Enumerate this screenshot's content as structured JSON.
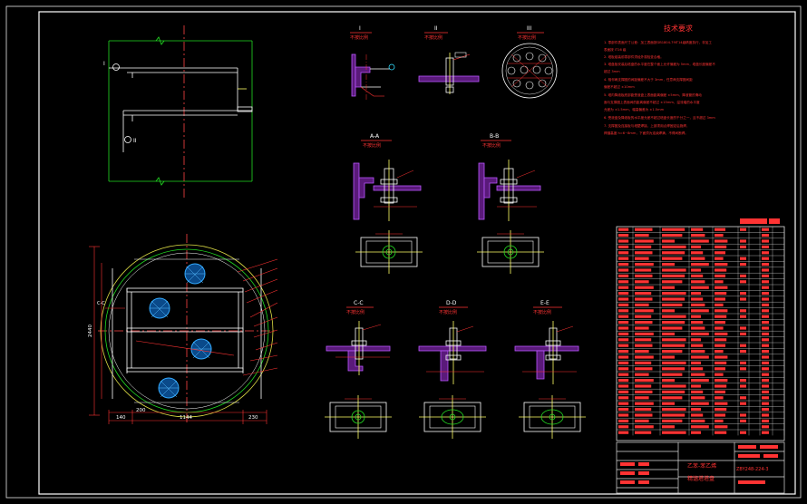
{
  "views": {
    "detail_i": {
      "label": "I",
      "scale": "不按比例"
    },
    "detail_ii": {
      "label": "II",
      "scale": "不按比例"
    },
    "detail_iii": {
      "label": "III",
      "scale": "不按比例"
    },
    "section_aa": {
      "label": "A-A",
      "scale": "不按比例"
    },
    "section_bb": {
      "label": "B-B",
      "scale": "不按比例"
    },
    "section_cc": {
      "label": "C-C",
      "scale": "不按比例"
    },
    "section_dd": {
      "label": "D-D",
      "scale": "不按比例"
    },
    "section_ee": {
      "label": "E-E",
      "scale": "不按比例"
    }
  },
  "elevation": {
    "mark_i": "I",
    "mark_ii": "II"
  },
  "plan": {
    "dim_width": "1144",
    "dim_left": "140",
    "dim_left2": "200",
    "dim_right": "230",
    "dim_height": "2440",
    "dim_c": "C-C"
  },
  "tech": {
    "title": "技术要求",
    "items": [
      "1. 零部件表面尺寸公差：加工表面按GB1804-79IT14级精度执行，非加工",
      "   表面按 IT16 级",
      "2. 塔板组装前零部件须经外观检查合格。",
      "3. 塔盘板安装后塔盘的水平度在整个面上允许偏差为 5mm，塔盘长度偏差不",
      "   超过 3mm",
      "4. 相邻两支撑圈的间距偏差不大于 3mm，任意两支撑圈间距",
      "   偏差不超过 ±10mm",
      "5. 塔内降液板底部距受液盘上表面距离偏差 ±5mm，降液管的滑动",
      "   面与支撑圈上表面间的距离偏差不超过 ±15mm，溢流堰的水平度",
      "   允差为 ±1.5mm，堰高偏差为 ±1.5mm",
      "6. 受液盘及降液板的水平度允差不超过塔盘长度的千分之一，且不超过 3mm",
      "7. 支撑圈及连接板与塔壁焊接，上部须用点焊固定后施焊，",
      "   焊缝高度 h=6~8mm，下面须为连续焊满，不得间断焊。"
    ]
  },
  "title_block": {
    "name_line1": "乙苯-苯乙烯",
    "name_line2": "精馏塔塔盘",
    "drawing_no": "ZBY248-224-3"
  }
}
